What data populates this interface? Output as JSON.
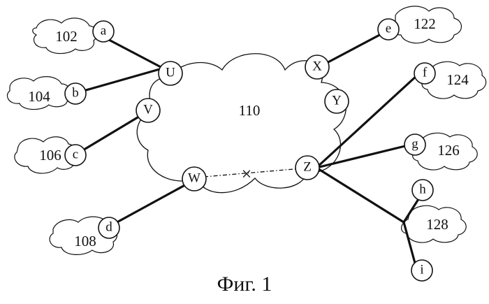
{
  "network": {
    "label": "110"
  },
  "nodes": {
    "U": "U",
    "V": "V",
    "W": "W",
    "X": "X",
    "Y": "Y",
    "Z": "Z"
  },
  "terminals": {
    "a": "a",
    "b": "b",
    "c": "c",
    "d": "d",
    "e": "e",
    "f": "f",
    "g": "g",
    "h": "h",
    "i": "i"
  },
  "sites": {
    "s102": "102",
    "s104": "104",
    "s106": "106",
    "s108": "108",
    "s122": "122",
    "s124": "124",
    "s126": "126",
    "s128": "128"
  },
  "broken_link_marker": "×",
  "caption": "Фиг. 1"
}
